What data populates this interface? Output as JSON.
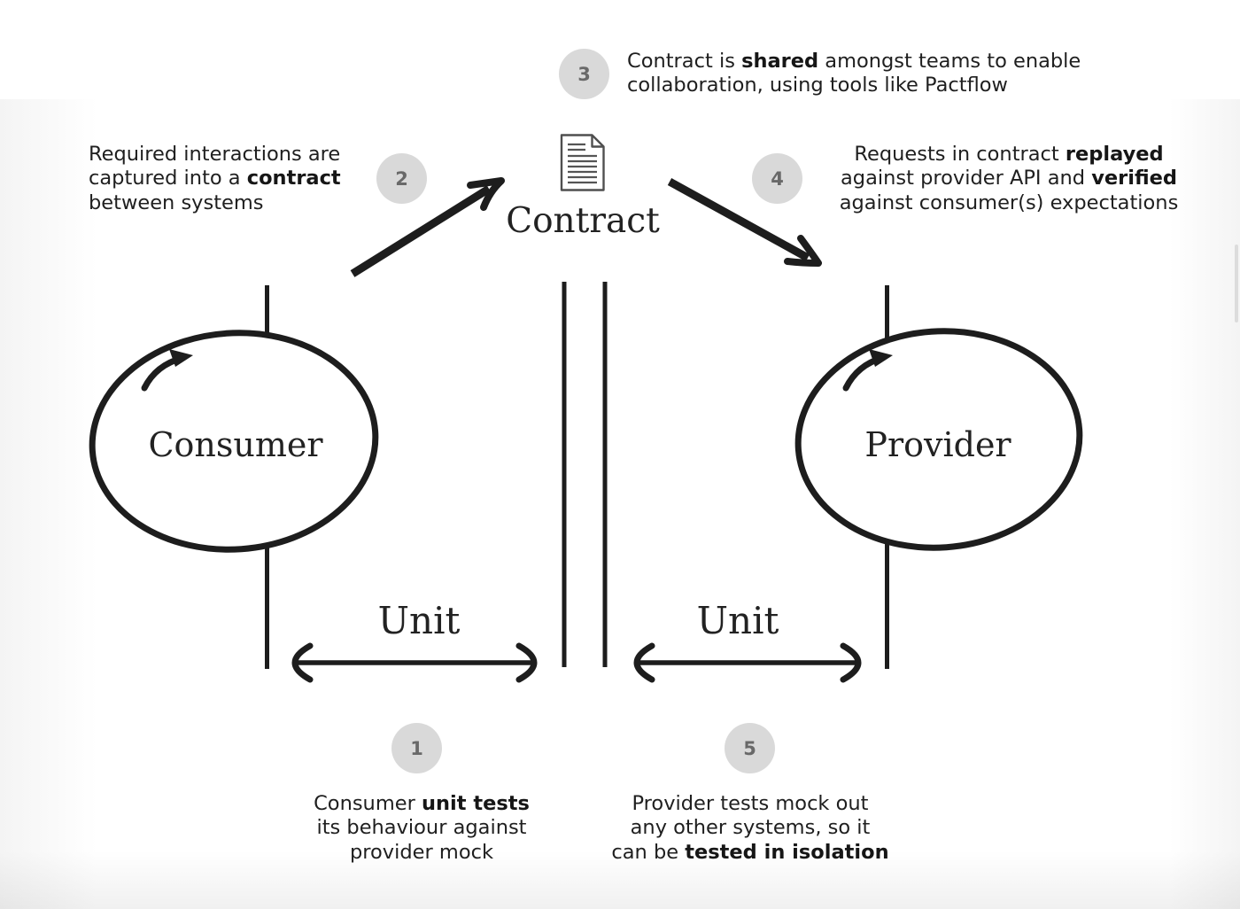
{
  "badges": {
    "b1": "1",
    "b2": "2",
    "b3": "3",
    "b4": "4",
    "b5": "5"
  },
  "labels": {
    "contract": "Contract",
    "consumer": "Consumer",
    "provider": "Provider",
    "unit_left": "Unit",
    "unit_right": "Unit"
  },
  "notes": {
    "shared": {
      "l1a": "Contract is ",
      "l1b": "shared",
      "l1c": " amongst teams to enable",
      "l2": "collaboration, using tools like Pactflow"
    },
    "capture": {
      "l1": "Required interactions are",
      "l2a": "captured into a ",
      "l2b": "contract",
      "l3": "between systems"
    },
    "replay": {
      "l1a": "Requests in contract ",
      "l1b": "replayed",
      "l2a": "against provider API and ",
      "l2b": "verified",
      "l3": "against consumer(s) expectations"
    },
    "consumer_test": {
      "l1a": "Consumer ",
      "l1b": "unit tests",
      "l2": "its behaviour against",
      "l3": "provider mock"
    },
    "provider_test": {
      "l1": "Provider tests mock out",
      "l2": "any other systems, so it",
      "l3a": "can be ",
      "l3b": "tested in isolation"
    }
  },
  "icons": {
    "contract_doc": "document-icon"
  },
  "colors": {
    "ink": "#1d1d1d",
    "badge_bg": "#d9d9d9",
    "badge_text": "#696969",
    "doc_stroke": "#4f4f4f",
    "background": "#ffffff"
  }
}
